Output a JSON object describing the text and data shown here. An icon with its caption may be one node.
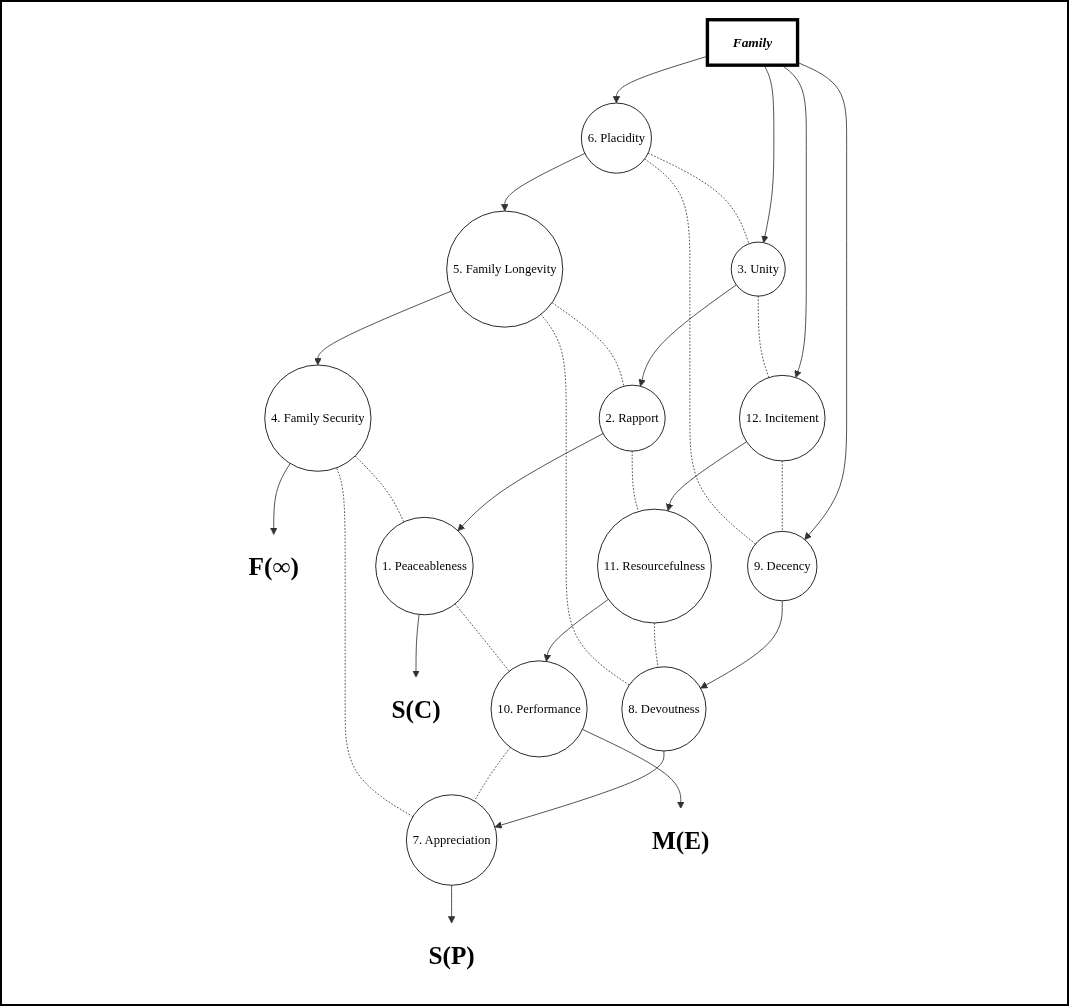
{
  "diagram": {
    "nodes": [
      {
        "text": [
          "F(∞)"
        ]
      },
      {
        "text": [
          "4. Family Security"
        ]
      },
      {
        "text": [
          "5. Family Longevity"
        ]
      },
      {
        "text": [
          "6. Placidity"
        ]
      },
      {
        "text": [
          "S(P)"
        ]
      },
      {
        "text": [
          "7. Appreciation"
        ]
      },
      {
        "text": [
          "8. Devoutness"
        ]
      },
      {
        "text": [
          "9. Decency"
        ]
      },
      {
        "text": [
          "Family"
        ]
      },
      {
        "text": [
          "3. Unity"
        ]
      },
      {
        "text": [
          "2. Rapport"
        ]
      },
      {
        "text": [
          "1. Peaceableness"
        ]
      },
      {
        "text": [
          "S(C)"
        ]
      },
      {
        "text": [
          "12. Incitement"
        ]
      },
      {
        "text": [
          "11. Resourcefulness"
        ]
      },
      {
        "text": [
          "10. Performance"
        ]
      },
      {
        "text": [
          "M(E)"
        ]
      }
    ],
    "edges": [
      {
        "from": 8,
        "to": 3,
        "arrow": "to"
      },
      {
        "from": 3,
        "to": 2,
        "arrow": "to"
      },
      {
        "from": 2,
        "to": 1,
        "arrow": "to"
      },
      {
        "from": 1,
        "to": 0,
        "arrow": "to"
      },
      {
        "from": 8,
        "to": 7,
        "arrow": "to"
      },
      {
        "from": 7,
        "to": 6,
        "arrow": "to"
      },
      {
        "from": 6,
        "to": 5,
        "arrow": "to"
      },
      {
        "from": 5,
        "to": 4,
        "arrow": "to"
      },
      {
        "from": 8,
        "to": 9,
        "arrow": "to"
      },
      {
        "from": 9,
        "to": 10,
        "arrow": "to"
      },
      {
        "from": 10,
        "to": 11,
        "arrow": "to"
      },
      {
        "from": 11,
        "to": 12,
        "arrow": "to"
      },
      {
        "from": 8,
        "to": 13,
        "arrow": "to"
      },
      {
        "from": 13,
        "to": 14,
        "arrow": "to"
      },
      {
        "from": 14,
        "to": 15,
        "arrow": "to"
      },
      {
        "from": 15,
        "to": 16,
        "arrow": "to"
      },
      {
        "from": 3,
        "to": 9,
        "arrow": "none",
        "style": "dashed"
      },
      {
        "from": 9,
        "to": 13,
        "arrow": "none",
        "style": "dashed"
      },
      {
        "from": 13,
        "to": 7,
        "arrow": "none",
        "style": "dashed"
      },
      {
        "from": 7,
        "to": 3,
        "arrow": "none",
        "style": "dashed"
      },
      {
        "from": 2,
        "to": 10,
        "arrow": "none",
        "style": "dashed"
      },
      {
        "from": 10,
        "to": 14,
        "arrow": "none",
        "style": "dashed"
      },
      {
        "from": 14,
        "to": 6,
        "arrow": "none",
        "style": "dashed"
      },
      {
        "from": 6,
        "to": 2,
        "arrow": "none",
        "style": "dashed"
      },
      {
        "from": 1,
        "to": 11,
        "arrow": "none",
        "style": "dashed"
      },
      {
        "from": 11,
        "to": 15,
        "arrow": "none",
        "style": "dashed"
      },
      {
        "from": 15,
        "to": 5,
        "arrow": "none",
        "style": "dashed"
      },
      {
        "from": 5,
        "to": 1,
        "arrow": "none",
        "style": "dashed"
      }
    ]
  }
}
